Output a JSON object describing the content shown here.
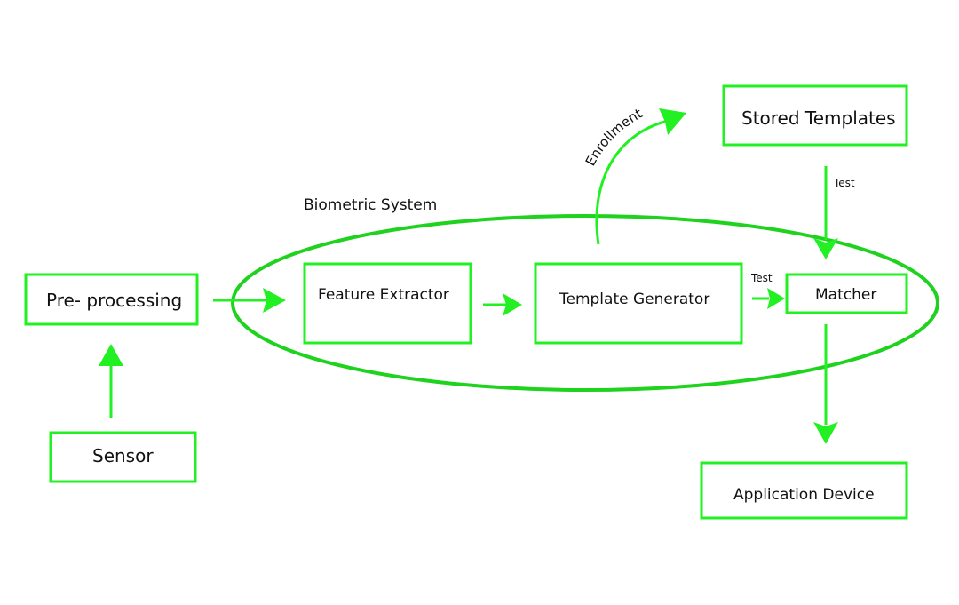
{
  "diagram": {
    "colors": {
      "accent": "#22f022",
      "ellipse": "#1ed21e",
      "text": "#111111"
    },
    "group_label": "Biometric System",
    "nodes": {
      "pre_processing": "Pre- processing",
      "sensor": "Sensor",
      "feature_extractor": "Feature Extractor",
      "template_generator": "Template Generator",
      "stored_templates": "Stored Templates",
      "matcher": "Matcher",
      "application_device": "Application Device"
    },
    "edge_labels": {
      "enrollment": "Enrollment",
      "test_stored_to_matcher": "Test",
      "test_generator_to_matcher": "Test"
    },
    "edges": [
      {
        "from": "sensor",
        "to": "pre_processing"
      },
      {
        "from": "pre_processing",
        "to": "feature_extractor"
      },
      {
        "from": "feature_extractor",
        "to": "template_generator"
      },
      {
        "from": "template_generator",
        "to": "matcher",
        "label": "Test"
      },
      {
        "from": "template_generator",
        "to": "stored_templates",
        "label": "Enrollment"
      },
      {
        "from": "stored_templates",
        "to": "matcher",
        "label": "Test"
      },
      {
        "from": "matcher",
        "to": "application_device"
      }
    ]
  }
}
